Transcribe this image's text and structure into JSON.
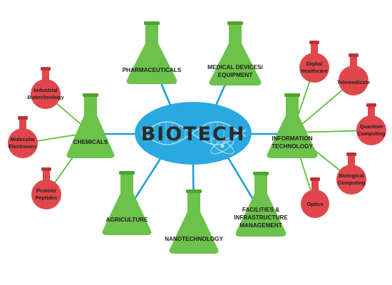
{
  "colors": {
    "background": "#ffffff",
    "hub_fill": "#2aa9e0",
    "hub_dna": "#bfe6f7",
    "hub_text": "#2b2b2b",
    "connector_primary": "#1e9fd9",
    "connector_secondary": "#5bbf3a",
    "flask_green": "#6cc24a",
    "flask_green_dark": "#4fa32f",
    "flask_red": "#e0474c",
    "flask_red_dark": "#b9343a",
    "label_text": "#1f1f1f"
  },
  "hub": {
    "title": "BIOTECH",
    "icon": "dna-atom-icon"
  },
  "categories": [
    {
      "id": "pharmaceuticals",
      "lines": [
        "PHARMACEUTICALS"
      ]
    },
    {
      "id": "medical-devices",
      "lines": [
        "MEDICAL DEVICES/",
        "EQUIPMENT"
      ]
    },
    {
      "id": "information-technology",
      "lines": [
        "INFORMATION",
        "TECHNOLOGY"
      ]
    },
    {
      "id": "chemicals",
      "lines": [
        "CHEMICALS"
      ]
    },
    {
      "id": "agriculture",
      "lines": [
        "AGRICULTURE"
      ]
    },
    {
      "id": "nanotechnology",
      "lines": [
        "NANOTECHNOLOGY"
      ]
    },
    {
      "id": "facilities",
      "lines": [
        "FACILITIES &",
        "INFRASTRUCTURE",
        "MANAGEMENT"
      ]
    }
  ],
  "subcategories": [
    {
      "id": "industrial-biotechnology",
      "parent": "chemicals",
      "lines": [
        "Industrial",
        "Biotechnology"
      ]
    },
    {
      "id": "molecular-electronics",
      "parent": "chemicals",
      "lines": [
        "Molecular",
        "Electronics"
      ]
    },
    {
      "id": "protein-peptides",
      "parent": "chemicals",
      "lines": [
        "Protein/",
        "Peptides"
      ]
    },
    {
      "id": "digital-healthcare",
      "parent": "information-technology",
      "lines": [
        "Digital",
        "Healthcare"
      ]
    },
    {
      "id": "telemedicine",
      "parent": "information-technology",
      "lines": [
        "Telemedicine"
      ]
    },
    {
      "id": "quantum-computing",
      "parent": "information-technology",
      "lines": [
        "Quantum",
        "Computing"
      ]
    },
    {
      "id": "biological-computing",
      "parent": "information-technology",
      "lines": [
        "Biological",
        "Computing"
      ]
    },
    {
      "id": "optics",
      "parent": "information-technology",
      "lines": [
        "Optics"
      ]
    }
  ]
}
